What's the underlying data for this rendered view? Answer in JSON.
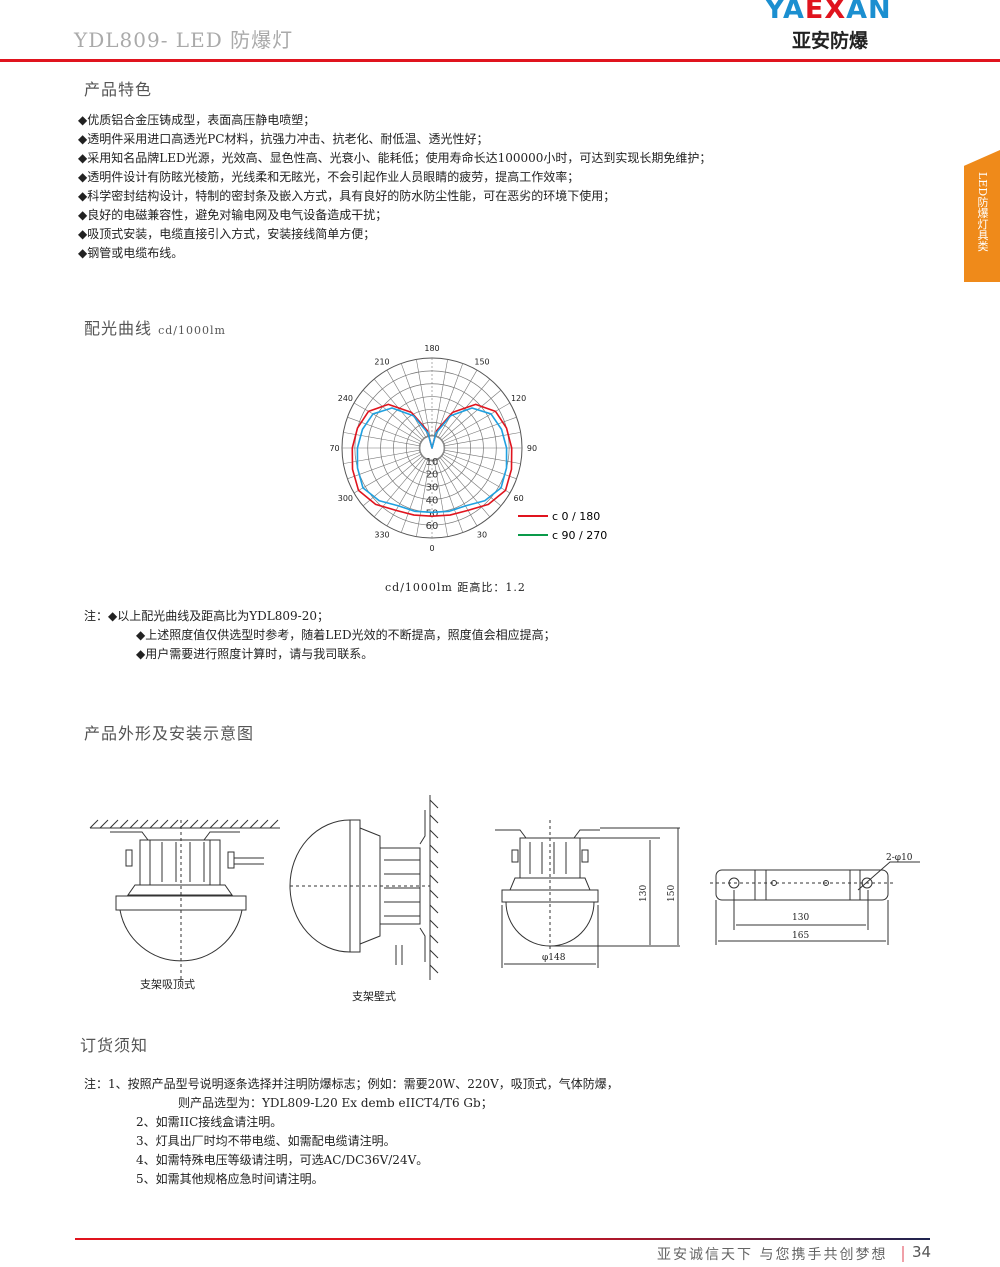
{
  "header": {
    "doc_title": "YDL809- LED 防爆灯",
    "logo_en_a": "YA",
    "logo_en_b": "EX",
    "logo_en_c": "AN",
    "logo_cn": "亚安防爆"
  },
  "side_tab": "LED防爆灯具类",
  "features": {
    "title": "产品特色",
    "items": [
      "◆优质铝合金压铸成型，表面高压静电喷塑；",
      "◆透明件采用进口高透光PC材料，抗强力冲击、抗老化、耐低温、透光性好；",
      "◆采用知名品牌LED光源，光效高、显色性高、光衰小、能耗低；使用寿命长达100000小时，可达到实现长期免维护；",
      "◆透明件设计有防眩光棱筋，光线柔和无眩光，不会引起作业人员眼睛的疲劳，提高工作效率；",
      "◆科学密封结构设计，特制的密封条及嵌入方式，具有良好的防水防尘性能，可在恶劣的环境下使用；",
      "◆良好的电磁兼容性，避免对输电网及电气设备造成干扰；",
      "◆吸顶式安装，电缆直接引入方式，安装接线简单方便；",
      "◆钢管或电缆布线。"
    ]
  },
  "curve_section": {
    "title": "配光曲线",
    "unit": "cd/1000lm",
    "caption": "cd/1000lm 距高比：1.2"
  },
  "chart_data": {
    "type": "polar",
    "angle_labels": [
      "0",
      "30",
      "60",
      "90",
      "120",
      "150",
      "180",
      "210",
      "240",
      "270",
      "300",
      "330"
    ],
    "radial_ticks": [
      10,
      20,
      30,
      40,
      50,
      60
    ],
    "radial_max": 70,
    "series": [
      {
        "name": "c 0 / 180",
        "color": "#e0141e",
        "angles": [
          0,
          15,
          30,
          45,
          60,
          75,
          90,
          105,
          120,
          135,
          150,
          165,
          180
        ],
        "values": [
          53,
          54,
          56,
          62,
          66,
          64,
          62,
          60,
          57,
          48,
          32,
          14,
          0
        ]
      },
      {
        "name": "c 90 / 270",
        "color": "#1fa0e0",
        "legend_color": "#0a9a4a",
        "angles": [
          0,
          15,
          30,
          45,
          60,
          75,
          90,
          105,
          120,
          135,
          150,
          165,
          180
        ],
        "values": [
          50,
          51,
          52,
          58,
          62,
          60,
          58,
          56,
          53,
          44,
          29,
          12,
          0
        ]
      }
    ]
  },
  "notes": {
    "prefix": "注：",
    "items": [
      "◆以上配光曲线及距高比为YDL809-20；",
      "◆上述照度值仅供选型时参考，随着LED光效的不断提高，照度值会相应提高；",
      "◆用户需要进行照度计算时，请与我司联系。"
    ]
  },
  "drawing_section": {
    "title": "产品外形及安装示意图",
    "ceiling_caption": "支架吸顶式",
    "wall_caption": "支架壁式",
    "dim_diameter": "φ148",
    "dim_130": "130",
    "dim_150": "150",
    "bracket_holes": "2-φ10",
    "bracket_130": "130",
    "bracket_165": "165"
  },
  "order": {
    "title": "订货须知",
    "lines": [
      "注：1、按照产品型号说明逐条选择并注明防爆标志；例如：需要20W、220V，吸顶式，气体防爆，",
      "则产品选型为：YDL809-L20  Ex demb eIICT4/T6 Gb；",
      "2、如需IIC接线盒请注明。",
      "3、灯具出厂时均不带电缆、如需配电缆请注明。",
      "4、如需特殊电压等级请注明，可选AC/DC36V/24V。",
      "5、如需其他规格应急时间请注明。"
    ]
  },
  "footer": {
    "slogan": "亚安诚信天下 与您携手共创梦想",
    "page": "34"
  }
}
